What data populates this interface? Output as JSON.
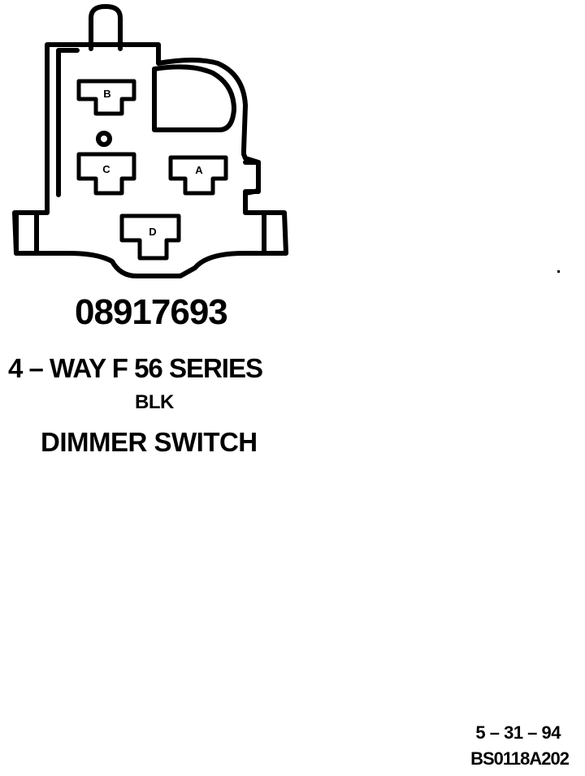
{
  "connector": {
    "cavities": [
      {
        "id": "cavity-b",
        "label": "B"
      },
      {
        "id": "cavity-c",
        "label": "C"
      },
      {
        "id": "cavity-a",
        "label": "A"
      },
      {
        "id": "cavity-d",
        "label": "D"
      }
    ]
  },
  "part_number": "08917693",
  "series": "4 – WAY F 56 SERIES",
  "color": "BLK",
  "function": "DIMMER SWITCH",
  "revision_date": "5 – 31 – 94",
  "drawing_id": "BS0118A202"
}
